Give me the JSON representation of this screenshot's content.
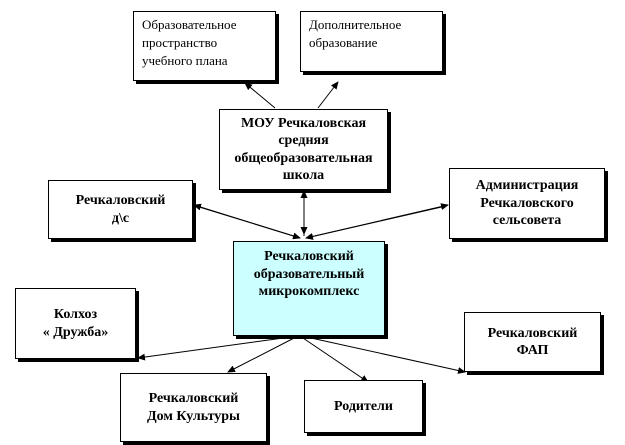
{
  "nodes": {
    "edu_space": "Образовательное\nпространство\nучебного плана",
    "extra_edu": "Дополнительное\nобразование",
    "school": "МОУ Речкаловская\nсредняя\nобщеобразовательная\nшкола",
    "kindergarten": "Речкаловский\nд\\с",
    "administration": "Администрация\nРечкаловского\nсельсовета",
    "complex": "Речкаловский\nобразовательный\nмикрокомплекс",
    "kolkhoz": "Колхоз\n« Дружба»",
    "fap": "Речкаловский\nФАП",
    "culture_house": "Речкаловский\nДом Культуры",
    "parents": "Родители"
  },
  "center_fill": "#ccffff"
}
